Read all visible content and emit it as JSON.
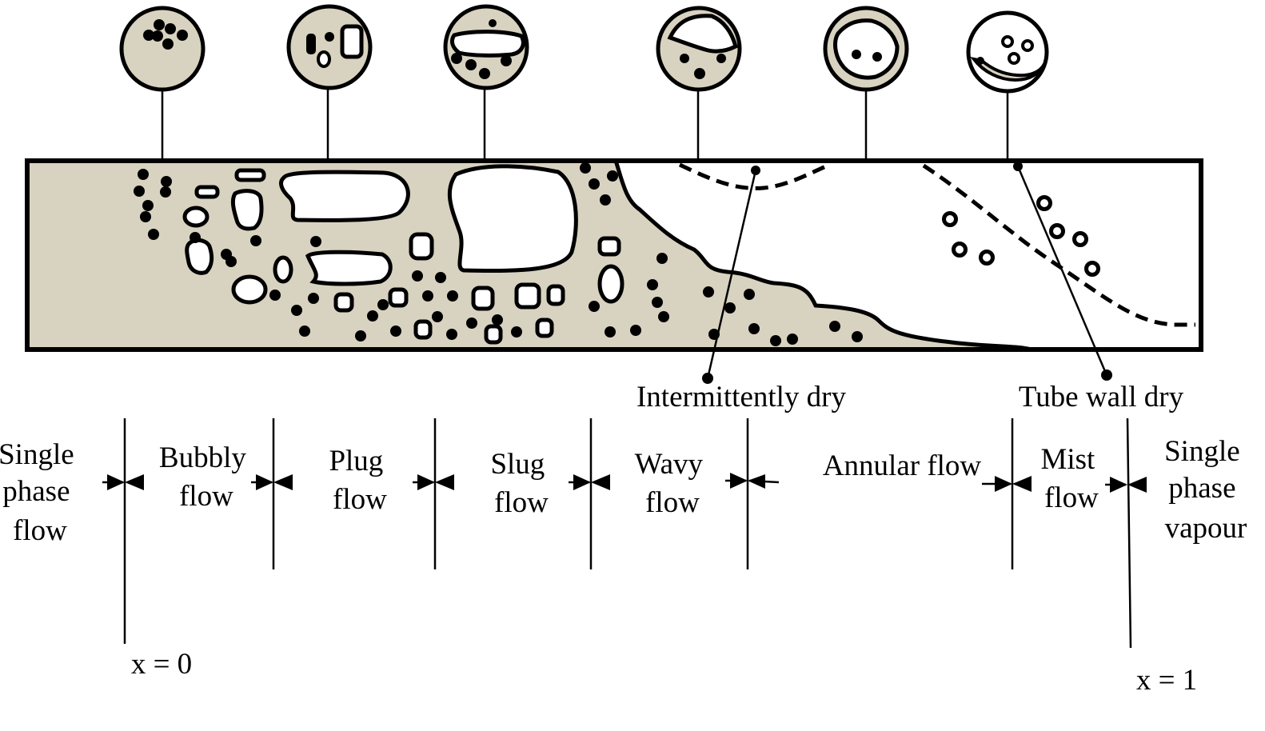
{
  "colors": {
    "liquid": "#d8d2c0",
    "outline": "#000000",
    "background": "#ffffff"
  },
  "regimes": [
    {
      "lines": [
        "Single",
        "phase",
        "flow"
      ]
    },
    {
      "lines": [
        "Bubbly",
        "flow"
      ]
    },
    {
      "lines": [
        "Plug",
        "flow"
      ]
    },
    {
      "lines": [
        "Slug",
        "flow"
      ]
    },
    {
      "lines": [
        "Wavy",
        "flow"
      ]
    },
    {
      "lines": [
        "Annular flow"
      ]
    },
    {
      "lines": [
        "Mist",
        "flow"
      ]
    },
    {
      "lines": [
        "Single",
        "phase",
        "vapour"
      ]
    }
  ],
  "annotations": {
    "intermittently_dry": "Intermittently dry",
    "tube_wall_dry": "Tube wall dry"
  },
  "quality_markers": {
    "start": "x = 0",
    "end": "x = 1"
  },
  "cross_sections": [
    {
      "icon": "bubbly-cross-section-icon"
    },
    {
      "icon": "plug-cross-section-icon"
    },
    {
      "icon": "slug-cross-section-icon"
    },
    {
      "icon": "wavy-cross-section-icon"
    },
    {
      "icon": "annular-cross-section-icon"
    },
    {
      "icon": "mist-cross-section-icon"
    }
  ]
}
